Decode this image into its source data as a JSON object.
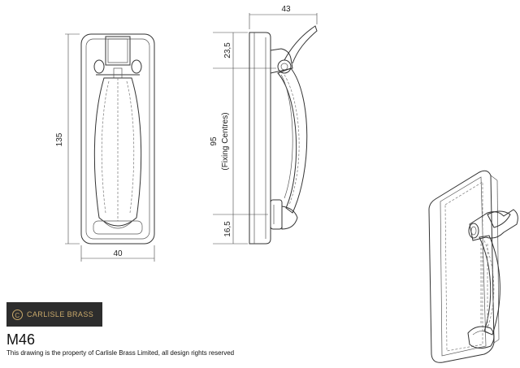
{
  "dimensions": {
    "width_front": "40",
    "height_front": "135",
    "depth_side": "43",
    "top_offset": "23,5",
    "fixing_centres_value": "95",
    "fixing_centres_label": "(Fixing Centres)",
    "bottom_offset": "16,5"
  },
  "brand": {
    "name": "CARLISLE BRASS",
    "mark": "C",
    "color": "#c9a96b",
    "background": "#2d2d2d"
  },
  "product_code": "M46",
  "copyright_note": "This drawing is the property of Carlisle Brass Limited, all design rights reserved"
}
